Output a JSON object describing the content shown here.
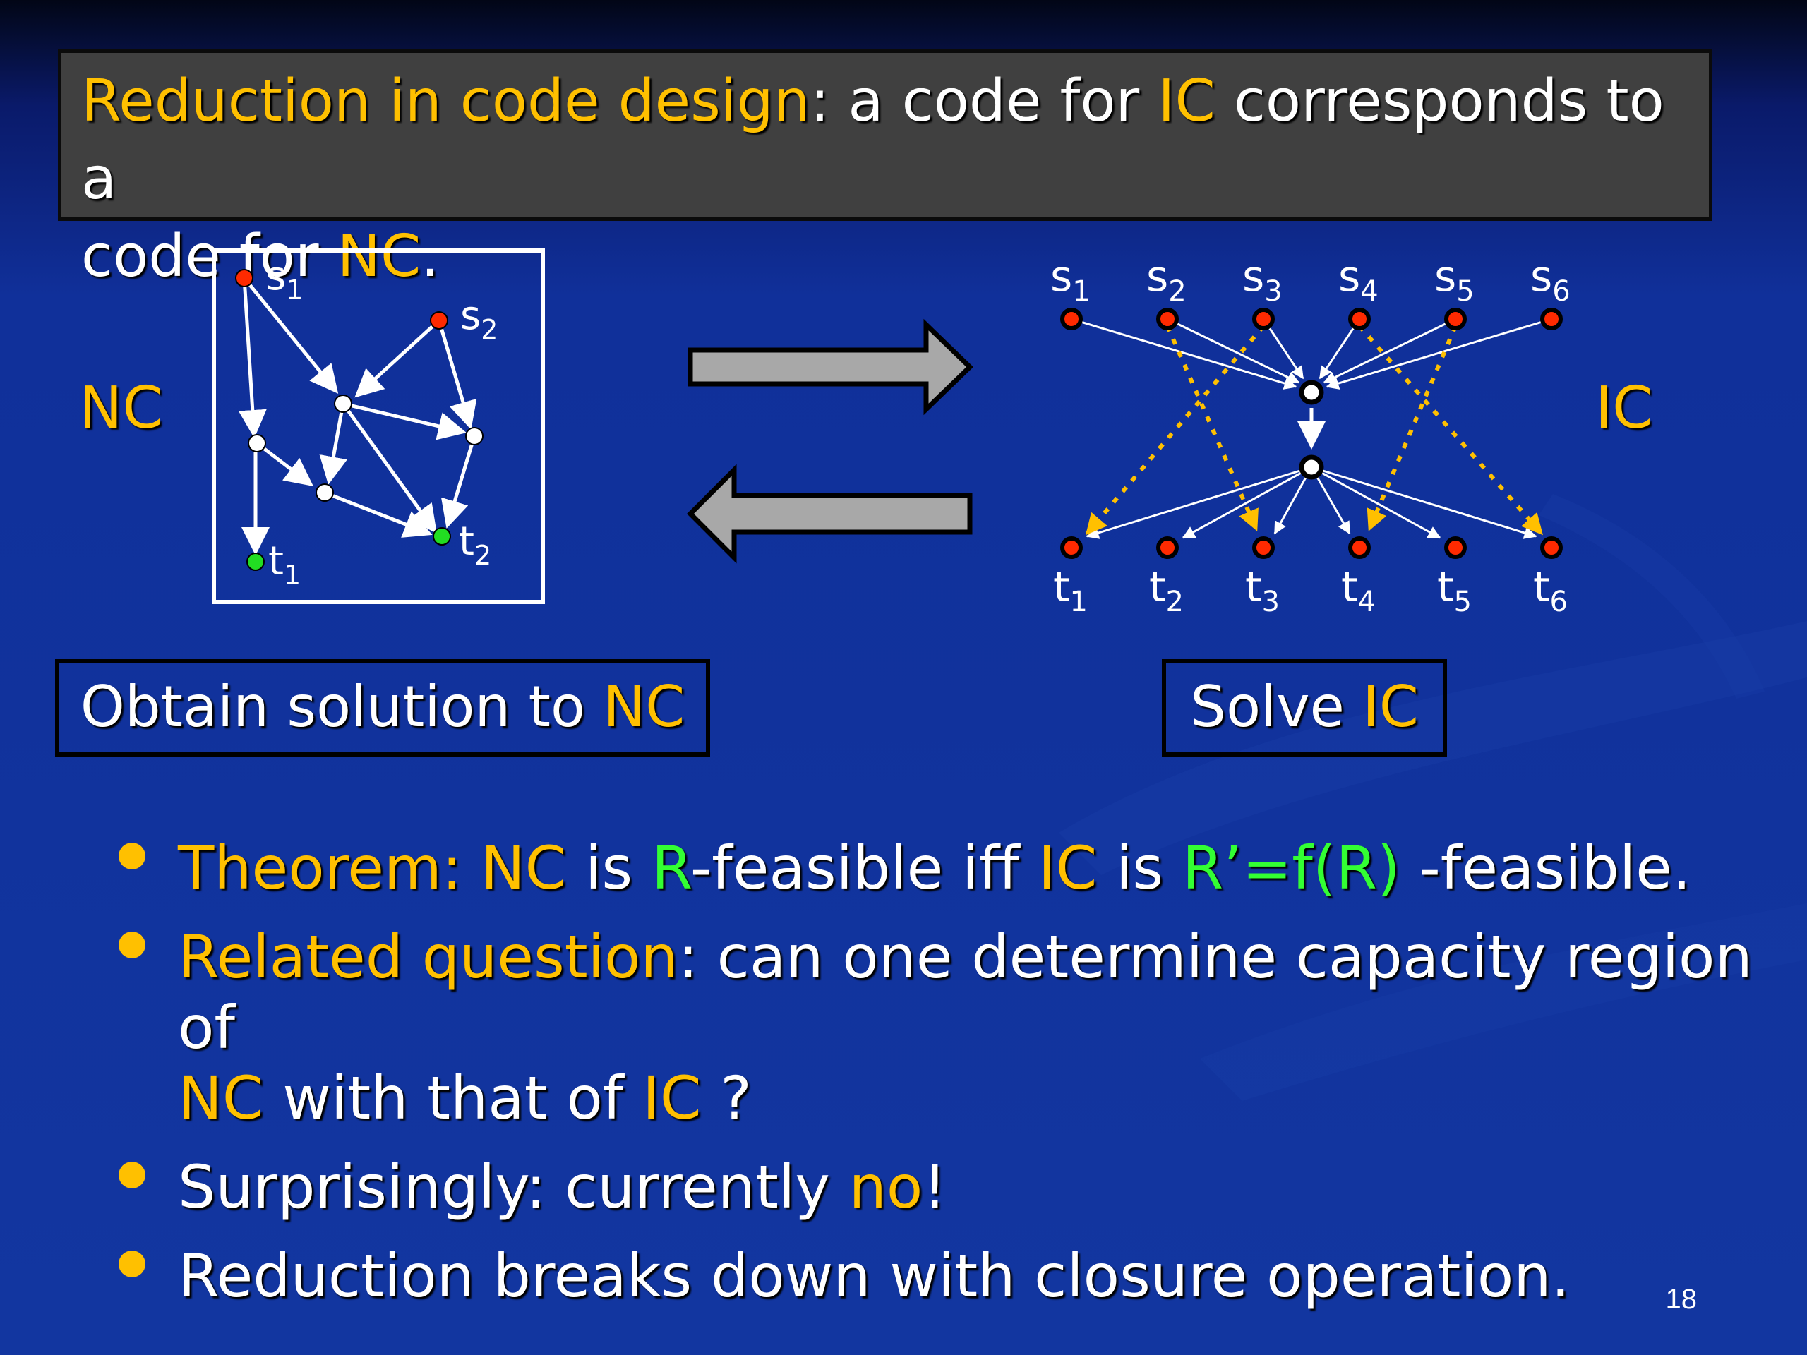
{
  "title": {
    "part1": "Reduction in code design",
    "part2": ": a code for ",
    "part3": "IC",
    "part4": " corresponds to a",
    "line2a": "code for ",
    "line2b": "NC",
    "line2c": "."
  },
  "labels": {
    "nc": "NC",
    "ic": "IC"
  },
  "nc_graph": {
    "source_labels": [
      "s",
      "s"
    ],
    "sink_labels": [
      "t",
      "t"
    ],
    "subscripts": [
      "1",
      "2"
    ]
  },
  "ic_graph": {
    "sources": [
      "s",
      "s",
      "s",
      "s",
      "s",
      "s"
    ],
    "sinks": [
      "t",
      "t",
      "t",
      "t",
      "t",
      "t"
    ],
    "subscripts": [
      "1",
      "2",
      "3",
      "4",
      "5",
      "6"
    ]
  },
  "captions": {
    "left_a": "Obtain solution to ",
    "left_b": "NC",
    "right_a": "Solve ",
    "right_b": "IC"
  },
  "bullets": [
    {
      "a": "Theorem: ",
      "b": "NC",
      "c": " is ",
      "d": "R",
      "e": "-feasible iff ",
      "f": "IC",
      "g": " is ",
      "h": "R’=f(R)",
      "i": " -feasible."
    },
    {
      "a": "Related question",
      "b": ": can one determine capacity region of",
      "c": "NC",
      "d": " with that of ",
      "e": "IC",
      "f": " ?"
    },
    {
      "a": "Surprisingly: currently ",
      "b": "no",
      "c": "!"
    },
    {
      "a": "Reduction breaks down with closure operation."
    }
  ],
  "page_number": "18",
  "colors": {
    "accent": "#ffc000",
    "green": "#33ff33",
    "red_node": "#ff2a00",
    "green_node": "#22dd22"
  }
}
